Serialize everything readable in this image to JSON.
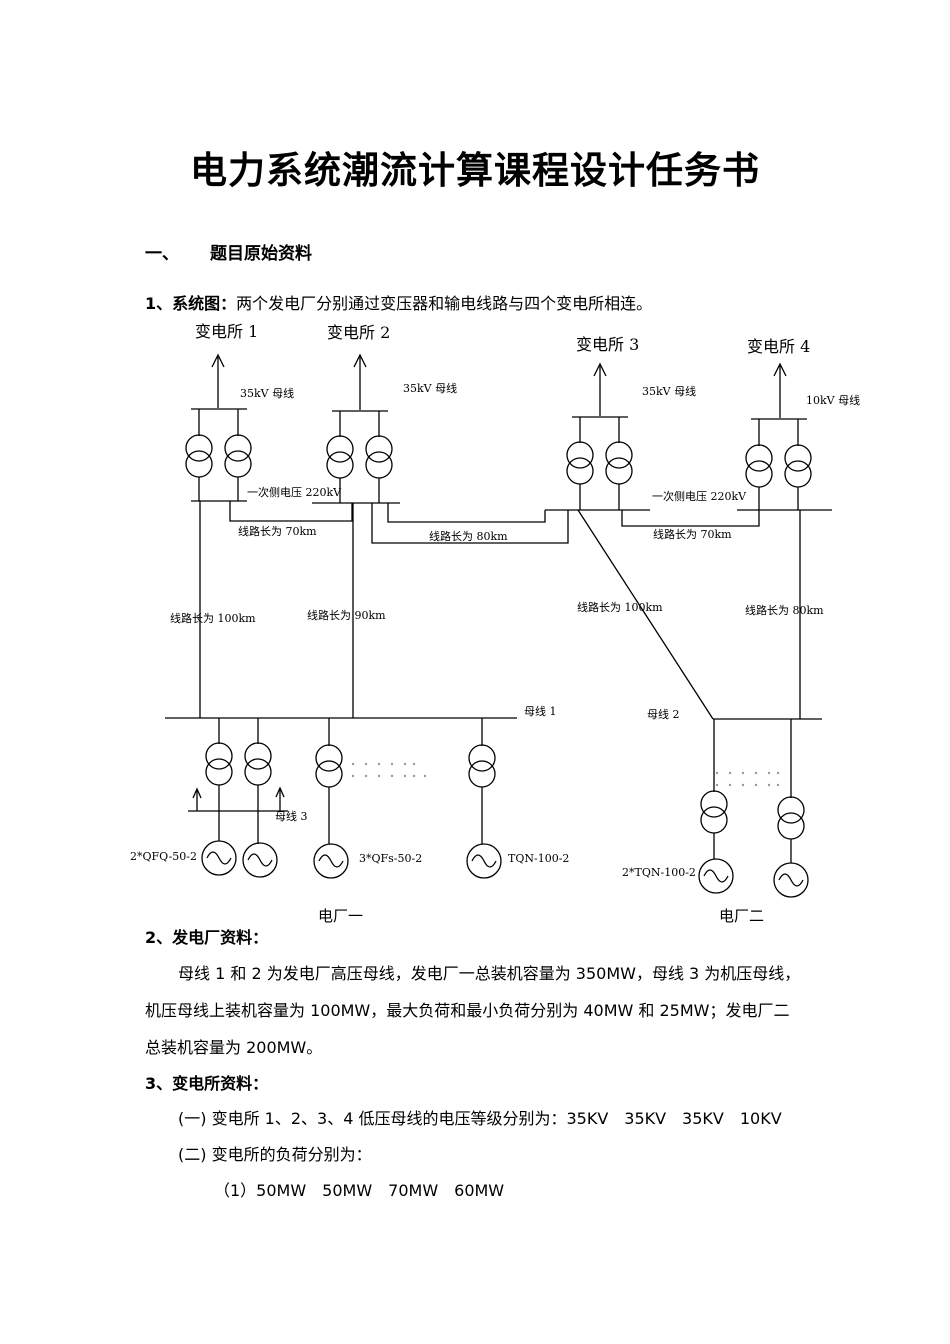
{
  "title": "电力系统潮流计算课程设计任务书",
  "section1": {
    "number": "一、",
    "label": "题目原始资料"
  },
  "item1": {
    "label": "1、系统图：",
    "text": "两个发电厂分别通过变压器和输电线路与四个变电所相连。"
  },
  "diagram": {
    "substations": [
      "变电所 1",
      "变电所 2",
      "变电所 3",
      "变电所 4"
    ],
    "bus_labels": [
      "35kV 母线",
      "35kV 母线",
      "35kV 母线",
      "10kV 母线"
    ],
    "primary_voltage": [
      "一次侧电压 220kV",
      "一次侧电压 220kV"
    ],
    "line_labels": [
      "线路长为 70km",
      "线路长为 80km",
      "线路长为 70km",
      "线路长为 100km",
      "线路长为 90km",
      "线路长为 100km",
      "线路长为 80km"
    ],
    "bus1": "母线 1",
    "bus2": "母线 2",
    "bus3": "母线 3",
    "generators": [
      "2*QFQ-50-2",
      "3*QFs-50-2",
      "TQN-100-2",
      "2*TQN-100-2"
    ],
    "plants": [
      "电厂一",
      "电厂二"
    ]
  },
  "item2": {
    "label": "2、发电厂资料：",
    "lines": [
      "母线 1 和 2 为发电厂高压母线，发电厂一总装机容量为 350MW，母线 3 为机压母线，",
      "机压母线上装机容量为 100MW，最大负荷和最小负荷分别为 40MW 和 25MW；发电厂二",
      "总装机容量为 200MW。"
    ]
  },
  "item3": {
    "label": "3、变电所资料：",
    "sub1": "(一) 变电所 1、2、3、4 低压母线的电压等级分别为：35KV　35KV　35KV　10KV",
    "sub2": "(二) 变电所的负荷分别为：",
    "sub3": "（1）50MW　50MW　70MW　60MW"
  }
}
